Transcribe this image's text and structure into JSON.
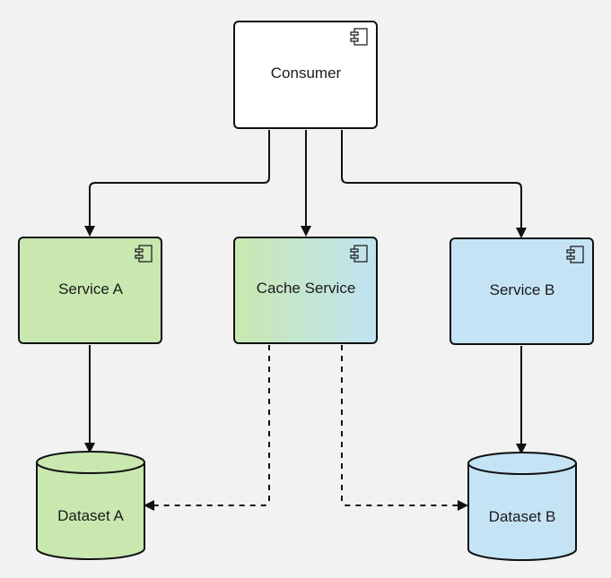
{
  "diagram": {
    "nodes": {
      "consumer": {
        "label": "Consumer",
        "fill": "#ffffff",
        "icon": "component-icon"
      },
      "service_a": {
        "label": "Service A",
        "fill": "#c9e8b0",
        "icon": "component-icon"
      },
      "cache_service": {
        "label": "Cache Service",
        "fill_from": "#c9e8b0",
        "fill_to": "#bfe3f2",
        "icon": "component-icon"
      },
      "service_b": {
        "label": "Service B",
        "fill": "#c4e4f6",
        "icon": "component-icon"
      },
      "dataset_a": {
        "label": "Dataset A",
        "fill": "#c9e8b0",
        "shape": "cylinder"
      },
      "dataset_b": {
        "label": "Dataset B",
        "fill": "#c4e4f6",
        "shape": "cylinder"
      }
    },
    "edges": [
      {
        "from": "consumer",
        "to": "service_a",
        "style": "solid"
      },
      {
        "from": "consumer",
        "to": "cache_service",
        "style": "solid"
      },
      {
        "from": "consumer",
        "to": "service_b",
        "style": "solid"
      },
      {
        "from": "service_a",
        "to": "dataset_a",
        "style": "solid"
      },
      {
        "from": "service_b",
        "to": "dataset_b",
        "style": "solid"
      },
      {
        "from": "cache_service",
        "to": "dataset_a",
        "style": "dashed"
      },
      {
        "from": "cache_service",
        "to": "dataset_b",
        "style": "dashed"
      }
    ]
  }
}
